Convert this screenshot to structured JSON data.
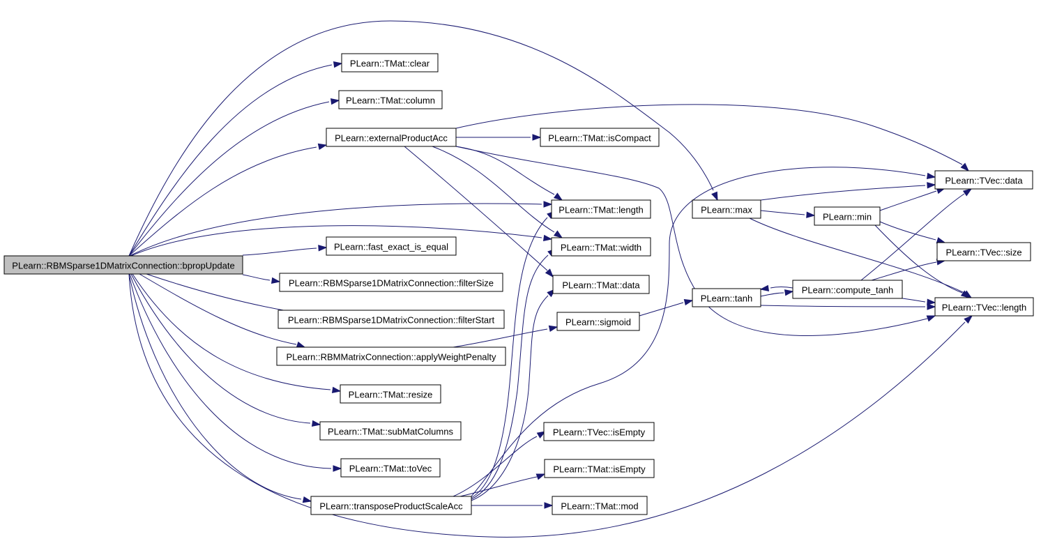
{
  "graph": {
    "colors": {
      "edge": "#191970",
      "root_fill": "#bfbfbf",
      "node_fill": "#ffffff",
      "border": "#000000"
    },
    "nodes": [
      {
        "id": "bpropUpdate",
        "label": "PLearn::RBMSparse1DMatrixConnection::bpropUpdate"
      },
      {
        "id": "clear",
        "label": "PLearn::TMat::clear"
      },
      {
        "id": "column",
        "label": "PLearn::TMat::column"
      },
      {
        "id": "externalProductAcc",
        "label": "PLearn::externalProductAcc"
      },
      {
        "id": "fast_exact_is_equal",
        "label": "PLearn::fast_exact_is_equal"
      },
      {
        "id": "filterSize",
        "label": "PLearn::RBMSparse1DMatrixConnection::filterSize"
      },
      {
        "id": "filterStart",
        "label": "PLearn::RBMSparse1DMatrixConnection::filterStart"
      },
      {
        "id": "applyWeightPenalty",
        "label": "PLearn::RBMMatrixConnection::applyWeightPenalty"
      },
      {
        "id": "resize",
        "label": "PLearn::TMat::resize"
      },
      {
        "id": "subMatColumns",
        "label": "PLearn::TMat::subMatColumns"
      },
      {
        "id": "toVec",
        "label": "PLearn::TMat::toVec"
      },
      {
        "id": "transposeProductScaleAcc",
        "label": "PLearn::transposeProductScaleAcc"
      },
      {
        "id": "isCompact",
        "label": "PLearn::TMat::isCompact"
      },
      {
        "id": "tmat_length",
        "label": "PLearn::TMat::length"
      },
      {
        "id": "tmat_width",
        "label": "PLearn::TMat::width"
      },
      {
        "id": "tmat_data",
        "label": "PLearn::TMat::data"
      },
      {
        "id": "sigmoid",
        "label": "PLearn::sigmoid"
      },
      {
        "id": "tvec_isEmpty",
        "label": "PLearn::TVec::isEmpty"
      },
      {
        "id": "tmat_isEmpty",
        "label": "PLearn::TMat::isEmpty"
      },
      {
        "id": "mod",
        "label": "PLearn::TMat::mod"
      },
      {
        "id": "max",
        "label": "PLearn::max"
      },
      {
        "id": "tanh",
        "label": "PLearn::tanh"
      },
      {
        "id": "min",
        "label": "PLearn::min"
      },
      {
        "id": "compute_tanh",
        "label": "PLearn::compute_tanh"
      },
      {
        "id": "tvec_data",
        "label": "PLearn::TVec::data"
      },
      {
        "id": "tvec_size",
        "label": "PLearn::TVec::size"
      },
      {
        "id": "tvec_length",
        "label": "PLearn::TVec::length"
      }
    ],
    "edges": [
      [
        "bpropUpdate",
        "clear"
      ],
      [
        "bpropUpdate",
        "column"
      ],
      [
        "bpropUpdate",
        "externalProductAcc"
      ],
      [
        "bpropUpdate",
        "fast_exact_is_equal"
      ],
      [
        "bpropUpdate",
        "filterSize"
      ],
      [
        "bpropUpdate",
        "filterStart"
      ],
      [
        "bpropUpdate",
        "applyWeightPenalty"
      ],
      [
        "bpropUpdate",
        "resize"
      ],
      [
        "bpropUpdate",
        "subMatColumns"
      ],
      [
        "bpropUpdate",
        "toVec"
      ],
      [
        "bpropUpdate",
        "transposeProductScaleAcc"
      ],
      [
        "bpropUpdate",
        "max"
      ],
      [
        "bpropUpdate",
        "tmat_length"
      ],
      [
        "bpropUpdate",
        "tmat_width"
      ],
      [
        "bpropUpdate",
        "tvec_length"
      ],
      [
        "externalProductAcc",
        "isCompact"
      ],
      [
        "externalProductAcc",
        "tmat_length"
      ],
      [
        "externalProductAcc",
        "tmat_width"
      ],
      [
        "externalProductAcc",
        "tmat_data"
      ],
      [
        "externalProductAcc",
        "tvec_data"
      ],
      [
        "externalProductAcc",
        "tvec_length"
      ],
      [
        "applyWeightPenalty",
        "sigmoid"
      ],
      [
        "transposeProductScaleAcc",
        "tvec_isEmpty"
      ],
      [
        "transposeProductScaleAcc",
        "tmat_isEmpty"
      ],
      [
        "transposeProductScaleAcc",
        "mod"
      ],
      [
        "transposeProductScaleAcc",
        "tmat_length"
      ],
      [
        "transposeProductScaleAcc",
        "tmat_width"
      ],
      [
        "transposeProductScaleAcc",
        "tmat_data"
      ],
      [
        "transposeProductScaleAcc",
        "tvec_data"
      ],
      [
        "sigmoid",
        "tanh"
      ],
      [
        "max",
        "tvec_data"
      ],
      [
        "max",
        "min"
      ],
      [
        "max",
        "tvec_length"
      ],
      [
        "min",
        "tvec_data"
      ],
      [
        "min",
        "tvec_size"
      ],
      [
        "min",
        "tvec_length"
      ],
      [
        "tanh",
        "compute_tanh"
      ],
      [
        "tanh",
        "tvec_length"
      ],
      [
        "compute_tanh",
        "tanh"
      ],
      [
        "compute_tanh",
        "tvec_data"
      ],
      [
        "compute_tanh",
        "tvec_size"
      ],
      [
        "compute_tanh",
        "tvec_length"
      ]
    ]
  }
}
